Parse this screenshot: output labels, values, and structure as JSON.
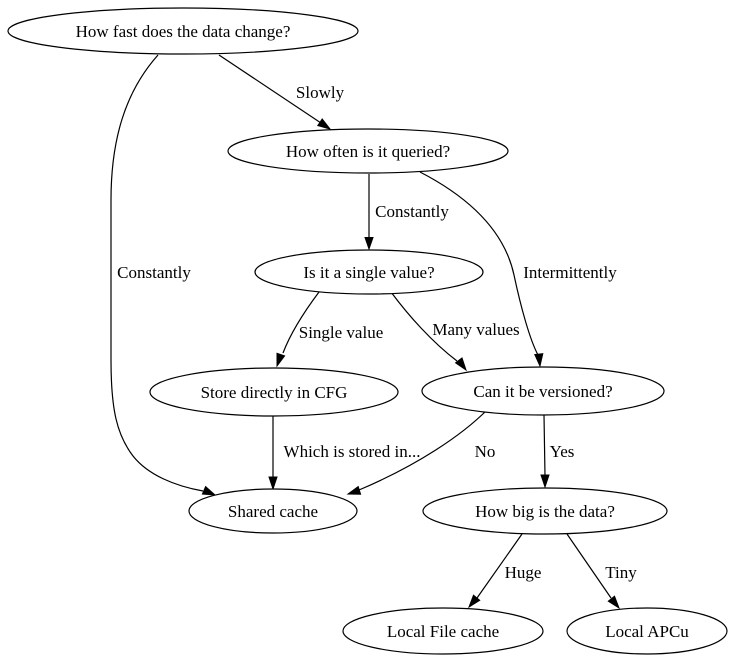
{
  "diagram": {
    "type": "flowchart",
    "background_color": "#ffffff",
    "node_fill_color": "#ffffff",
    "stroke_color": "#000000",
    "text_color": "#000000",
    "nodes": [
      {
        "id": "how-fast",
        "label": "How fast does the data change?"
      },
      {
        "id": "how-often",
        "label": "How often is it queried?"
      },
      {
        "id": "single-value",
        "label": "Is it a single value?"
      },
      {
        "id": "store-cfg",
        "label": "Store directly in CFG"
      },
      {
        "id": "versioned",
        "label": "Can it be versioned?"
      },
      {
        "id": "shared-cache",
        "label": "Shared cache"
      },
      {
        "id": "how-big",
        "label": "How big is the data?"
      },
      {
        "id": "local-file",
        "label": "Local File cache"
      },
      {
        "id": "local-apcu",
        "label": "Local APCu"
      }
    ],
    "edges": [
      {
        "from": "how-fast",
        "to": "how-often",
        "label": "Slowly"
      },
      {
        "from": "how-fast",
        "to": "shared-cache",
        "label": "Constantly"
      },
      {
        "from": "how-often",
        "to": "single-value",
        "label": "Constantly"
      },
      {
        "from": "how-often",
        "to": "versioned",
        "label": "Intermittently"
      },
      {
        "from": "single-value",
        "to": "store-cfg",
        "label": "Single value"
      },
      {
        "from": "single-value",
        "to": "versioned",
        "label": "Many values"
      },
      {
        "from": "store-cfg",
        "to": "shared-cache",
        "label": "Which is stored in..."
      },
      {
        "from": "versioned",
        "to": "shared-cache",
        "label": "No"
      },
      {
        "from": "versioned",
        "to": "how-big",
        "label": "Yes"
      },
      {
        "from": "how-big",
        "to": "local-file",
        "label": "Huge"
      },
      {
        "from": "how-big",
        "to": "local-apcu",
        "label": "Tiny"
      }
    ]
  }
}
